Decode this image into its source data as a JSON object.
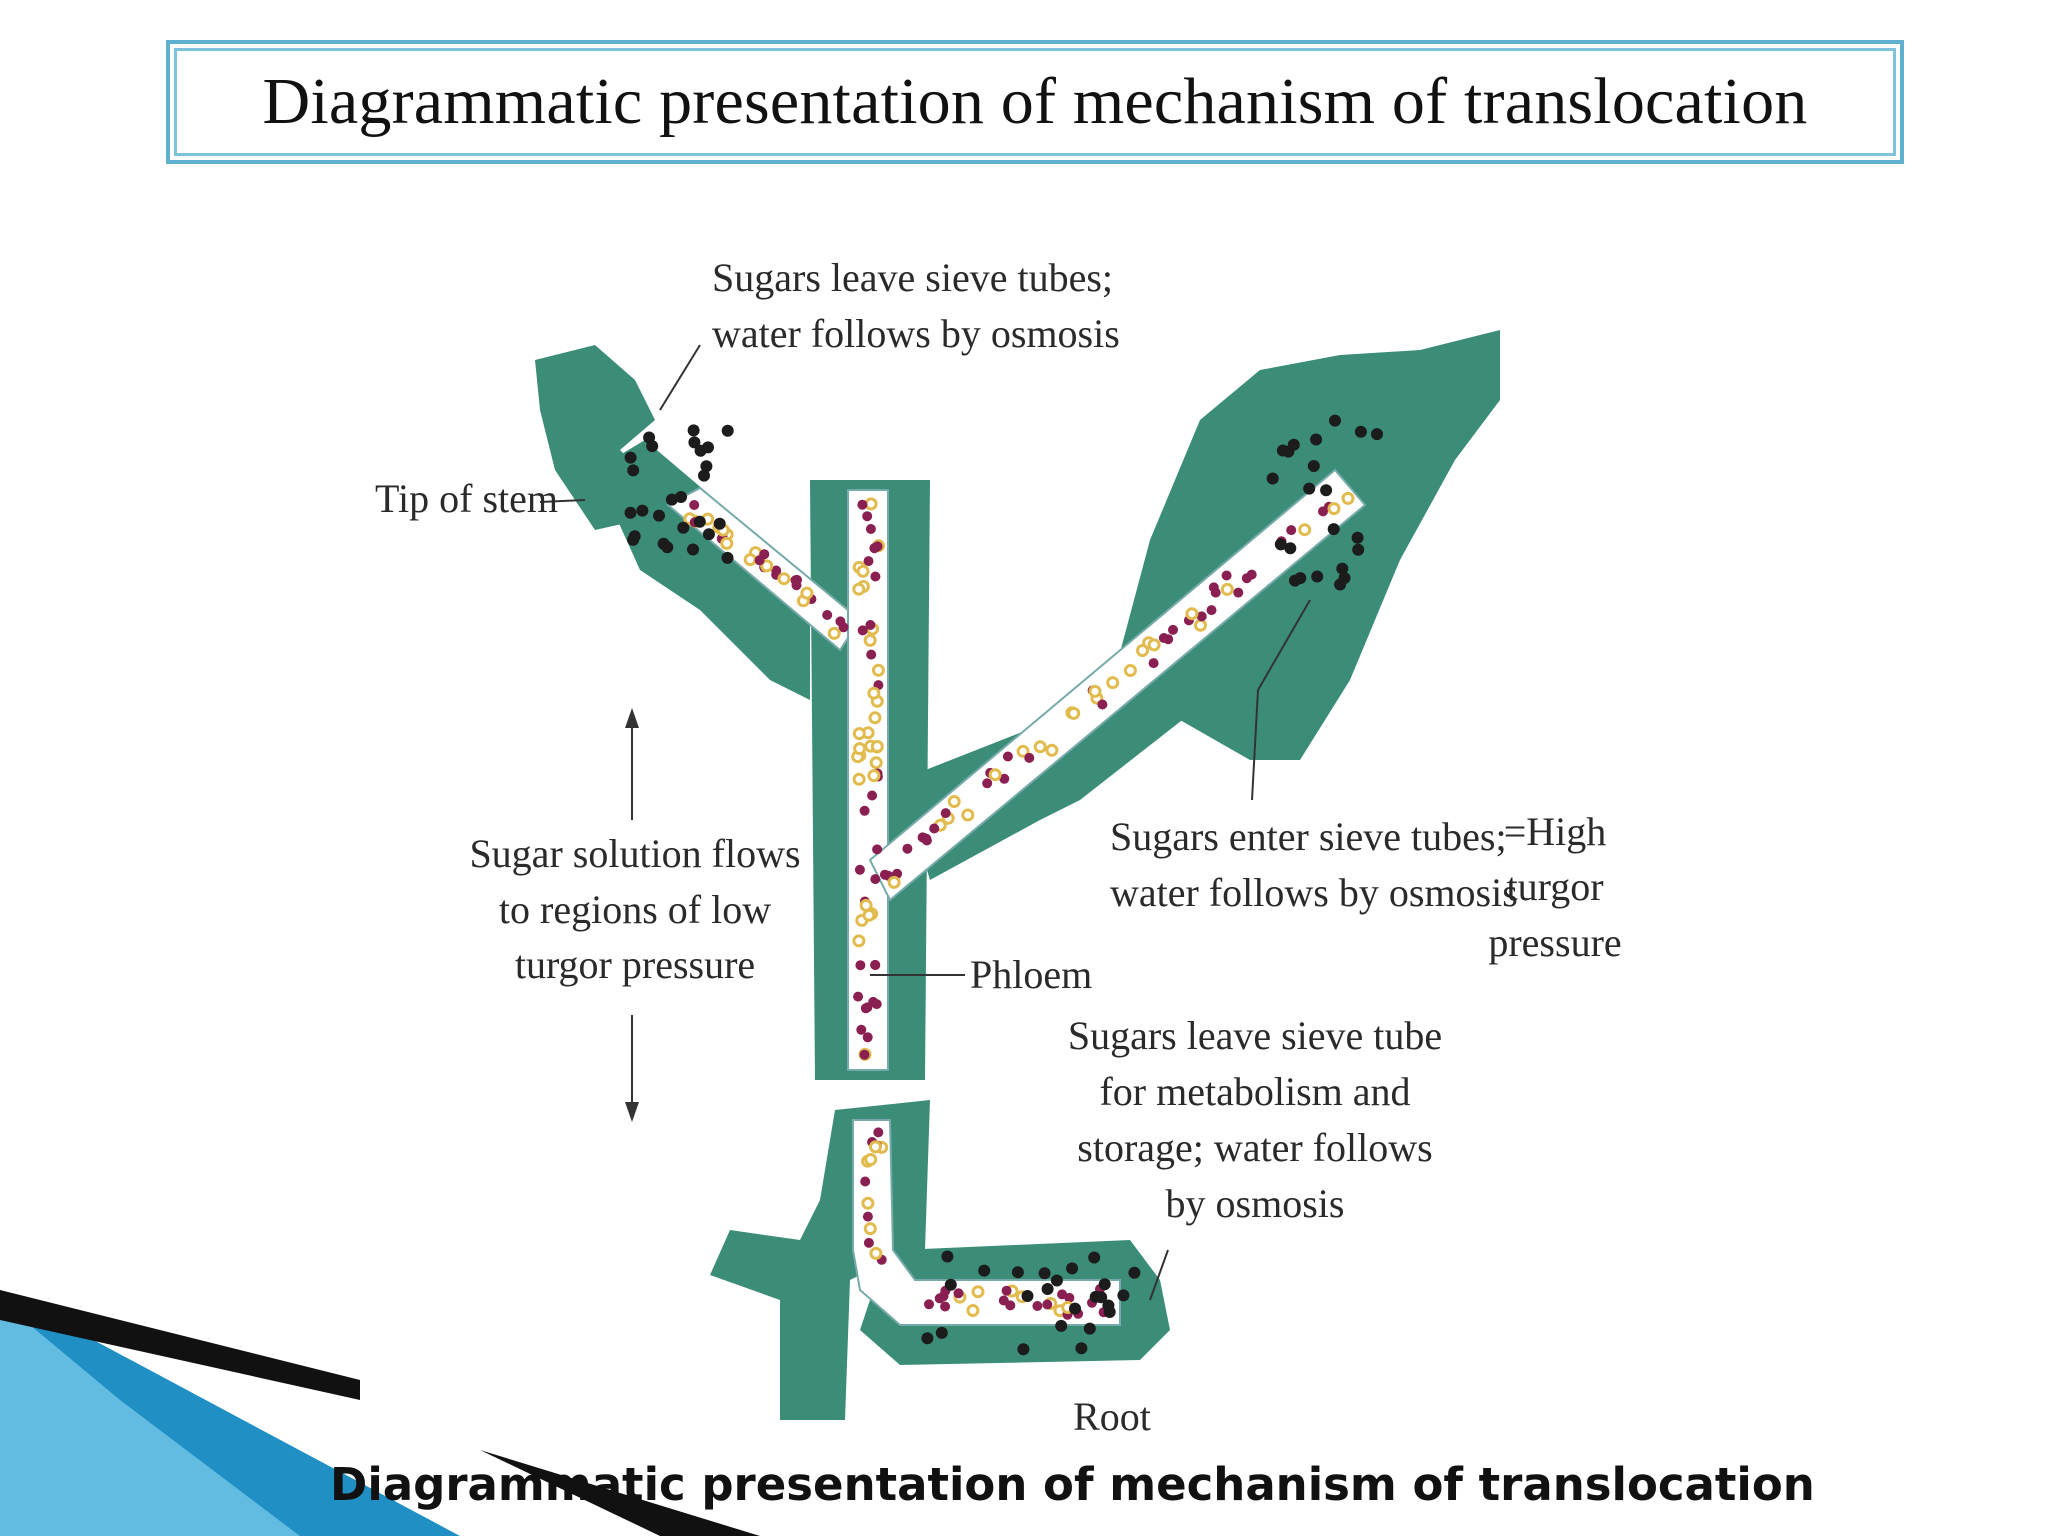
{
  "title": "Diagrammatic presentation of mechanism of translocation",
  "labels": {
    "tip_of_stem": "Tip of stem",
    "sugars_leave_top": [
      "Sugars leave sieve tubes;",
      "water follows by osmosis"
    ],
    "sugar_flow": [
      "Sugar solution flows",
      "to regions of low",
      "turgor pressure"
    ],
    "phloem": "Phloem",
    "sugars_enter": [
      "Sugars enter sieve tubes;",
      "water follows by osmosis"
    ],
    "high_turgor": [
      "=High",
      "turgor",
      "pressure"
    ],
    "sugars_leave_root": [
      "Sugars leave sieve tube",
      "for metabolism and",
      "storage; water follows",
      "by osmosis"
    ],
    "root": "Root"
  },
  "caption": "Diagrammatic presentation of mechanism of translocation",
  "colors": {
    "plant": "#3b8d78",
    "sugar_purple": "#8a1f52",
    "sugar_yellow": "#e2bb4e",
    "tube_fill": "#ffffff",
    "title_border": "#5fb0cf",
    "decor_blue": "#1f8fc4"
  }
}
